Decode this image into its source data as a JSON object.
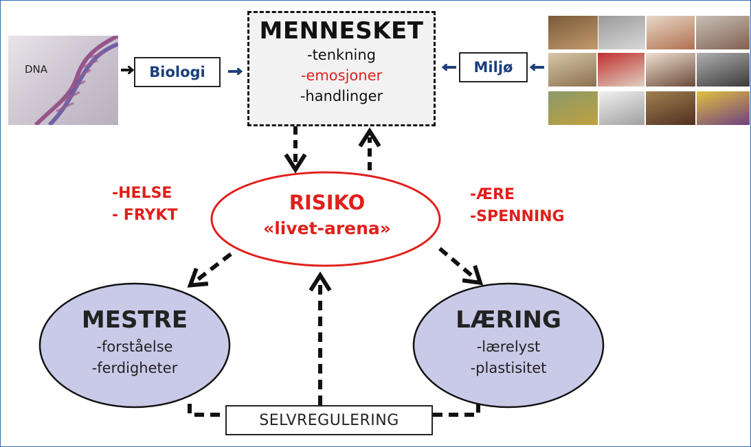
{
  "images": {
    "dna": {
      "icon": "dna-helix-image",
      "label": "DNA"
    },
    "collage": {
      "icon": "workplace-photo-collage"
    }
  },
  "boxes": {
    "biology": "Biologi",
    "environment": "Miljø"
  },
  "human": {
    "title": "MENNESKET",
    "lines": [
      "-tenkning",
      "-emosjoner",
      "-handlinger"
    ]
  },
  "risk": {
    "title": "RISIKO",
    "subtitle": "«livet-arena»"
  },
  "left_factors": [
    "-HELSE",
    "- FRYKT"
  ],
  "right_factors": [
    "-ÆRE",
    "-SPENNING"
  ],
  "mastery": {
    "title": "MESTRE",
    "lines": [
      "-forståelse",
      "-ferdigheter"
    ]
  },
  "learning": {
    "title": "LÆRING",
    "lines": [
      "-lærelyst",
      "-plastisitet"
    ]
  },
  "self_regulation": "SELVREGULERING",
  "colors": {
    "red": "#e0201b",
    "navy": "#1c3f7c",
    "oval_fill": "#c9c9e8",
    "box_fill": "#f2f2f2"
  }
}
